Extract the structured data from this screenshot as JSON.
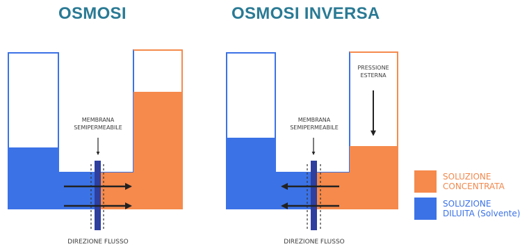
{
  "titles": {
    "left": "OSMOSI",
    "right": "OSMOSI INVERSA"
  },
  "left_diagram": {
    "membrane_label_line1": "MEMBRANA",
    "membrane_label_line2": "SEMIPERMEABILE",
    "flow_label": "DIREZIONE FLUSSO"
  },
  "right_diagram": {
    "pressure_label_line1": "PRESSIONE",
    "pressure_label_line2": "ESTERNA",
    "membrane_label_line1": "MEMBRANA",
    "membrane_label_line2": "SEMIPERMEABILE",
    "flow_label": "DIREZIONE FLUSSO"
  },
  "legend": {
    "concentrated_line1": "SOLUZIONE",
    "concentrated_line2": "CONCENTRATA",
    "diluted_line1": "SOLUZIONE",
    "diluted_line2": "DILUITA (Solvente)"
  },
  "colors": {
    "title": "#2a7a94",
    "blue": "#3b72e6",
    "orange": "#f58a4c",
    "membrane": "#2e3f9e",
    "outline_blue": "#3b72e6",
    "outline_orange": "#f58a4c",
    "concentrated_text": "#f0894f",
    "diluted_text": "#3b72e6"
  }
}
